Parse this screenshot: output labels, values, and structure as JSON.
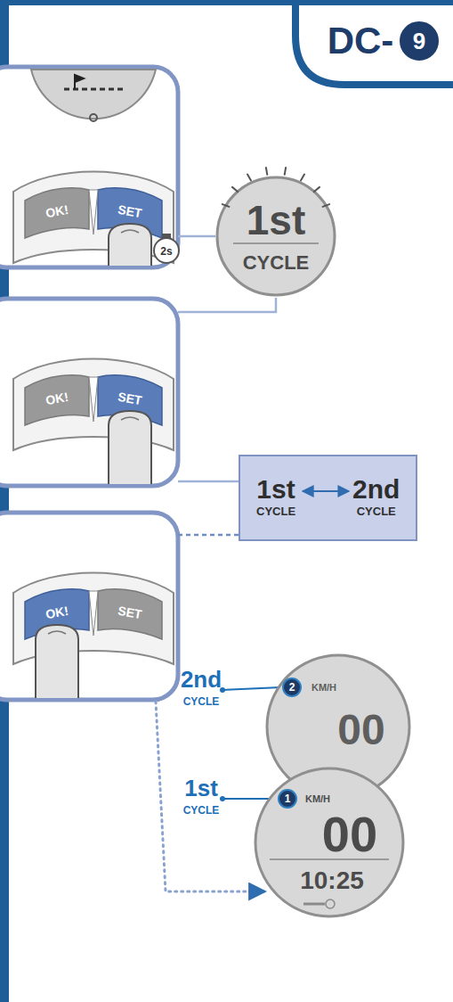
{
  "diagram": {
    "nodes": [
      {
        "text": [
          "1st",
          "CYCLE"
        ]
      },
      {
        "text": [
          "1st",
          "CYCLE",
          "2nd",
          "CYCLE"
        ]
      },
      {
        "text": [
          "KM/H",
          "00"
        ]
      },
      {
        "text": [
          "KM/H",
          "00",
          "10:25"
        ]
      }
    ],
    "labels": [
      "DC-",
      "9",
      "OK!",
      "SET",
      "2s",
      "OK!",
      "SET",
      "OK!",
      "SET",
      "2nd",
      "CYCLE",
      "1st",
      "CYCLE",
      "2",
      "1"
    ]
  }
}
